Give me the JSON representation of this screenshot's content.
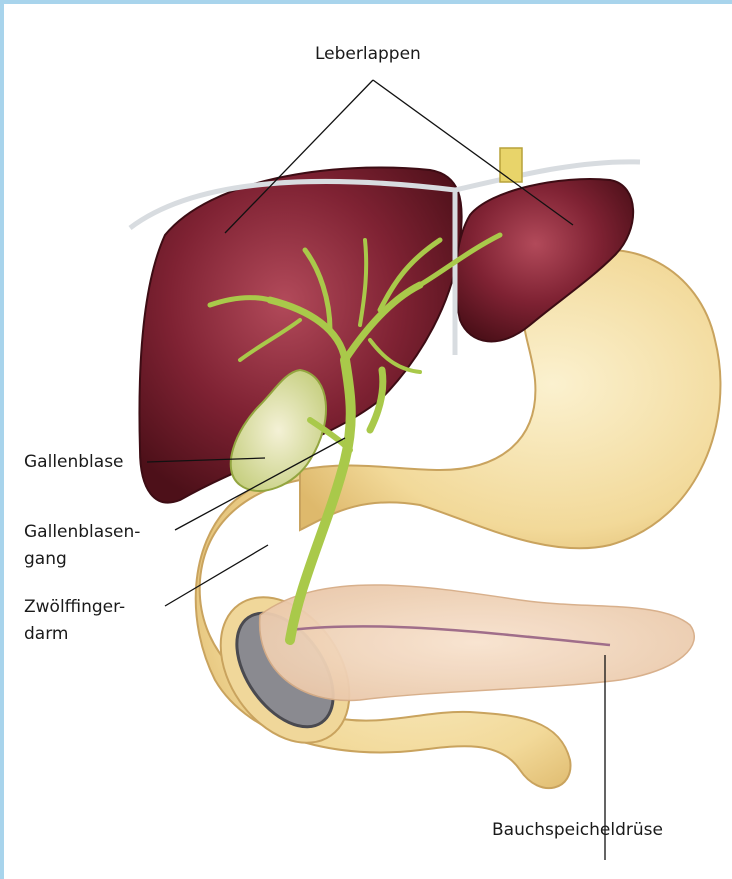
{
  "labels": {
    "leberlappen": "Leberlappen",
    "gallenblase": "Gallenblase",
    "gallenblasengang_1": "Gallenblasen-",
    "gallenblasengang_2": "gang",
    "zwoelffingerdarm_1": "Zwölffinger-",
    "zwoelffingerdarm_2": "darm",
    "bauchspeicheldruese": "Bauchspeicheldrüse"
  },
  "colors": {
    "frame": "#a8d4ec",
    "liver": "#7a1e2e",
    "bile": "#a9c94a",
    "stomach": "#f3dea0",
    "pancreas": "#f2d3b8"
  }
}
